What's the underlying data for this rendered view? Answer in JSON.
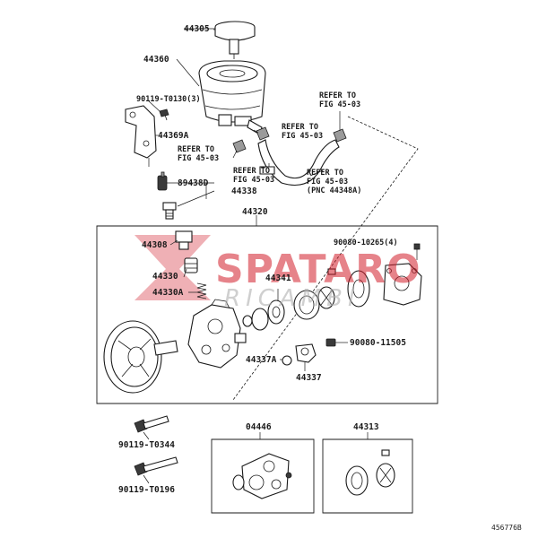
{
  "labels": {
    "p44305": "44305",
    "p44360": "44360",
    "p90119_t0130": "90119-T0130(3)",
    "p44369a": "44369A",
    "p89438d": "89438D",
    "p44338": "44338",
    "p44320": "44320",
    "p44308": "44308",
    "p44330": "44330",
    "p44330a": "44330A",
    "p44341": "44341",
    "p90080_10265": "90080-10265(4)",
    "p90080_11505": "90080-11505",
    "p44337a": "44337A",
    "p44337": "44337",
    "p90119_t0344": "90119-T0344",
    "p90119_t0196": "90119-T0196",
    "p04446": "04446",
    "p44313": "44313"
  },
  "refs": {
    "ref1_line1": "REFER TO",
    "ref1_line2": "FIG 45-03",
    "ref2_line1": "REFER TO",
    "ref2_line2": "FIG 45-03",
    "ref3_line1": "REFER TO",
    "ref3_line2": "FIG 45-03",
    "ref4_line1": "REFER TO",
    "ref4_line2": "FIG 45-03",
    "ref5_line1": "REFER TO",
    "ref5_line2": "FIG 45-03",
    "ref5_line3": "(PNC 44348A)"
  },
  "watermark": {
    "brand": "SPATARO",
    "sub": "RICAMBI"
  },
  "diagram_id": "456776B",
  "colors": {
    "ink": "#1a1a1a",
    "watermark_red": "#d21e2b",
    "watermark_grey": "#b0b0b0"
  }
}
